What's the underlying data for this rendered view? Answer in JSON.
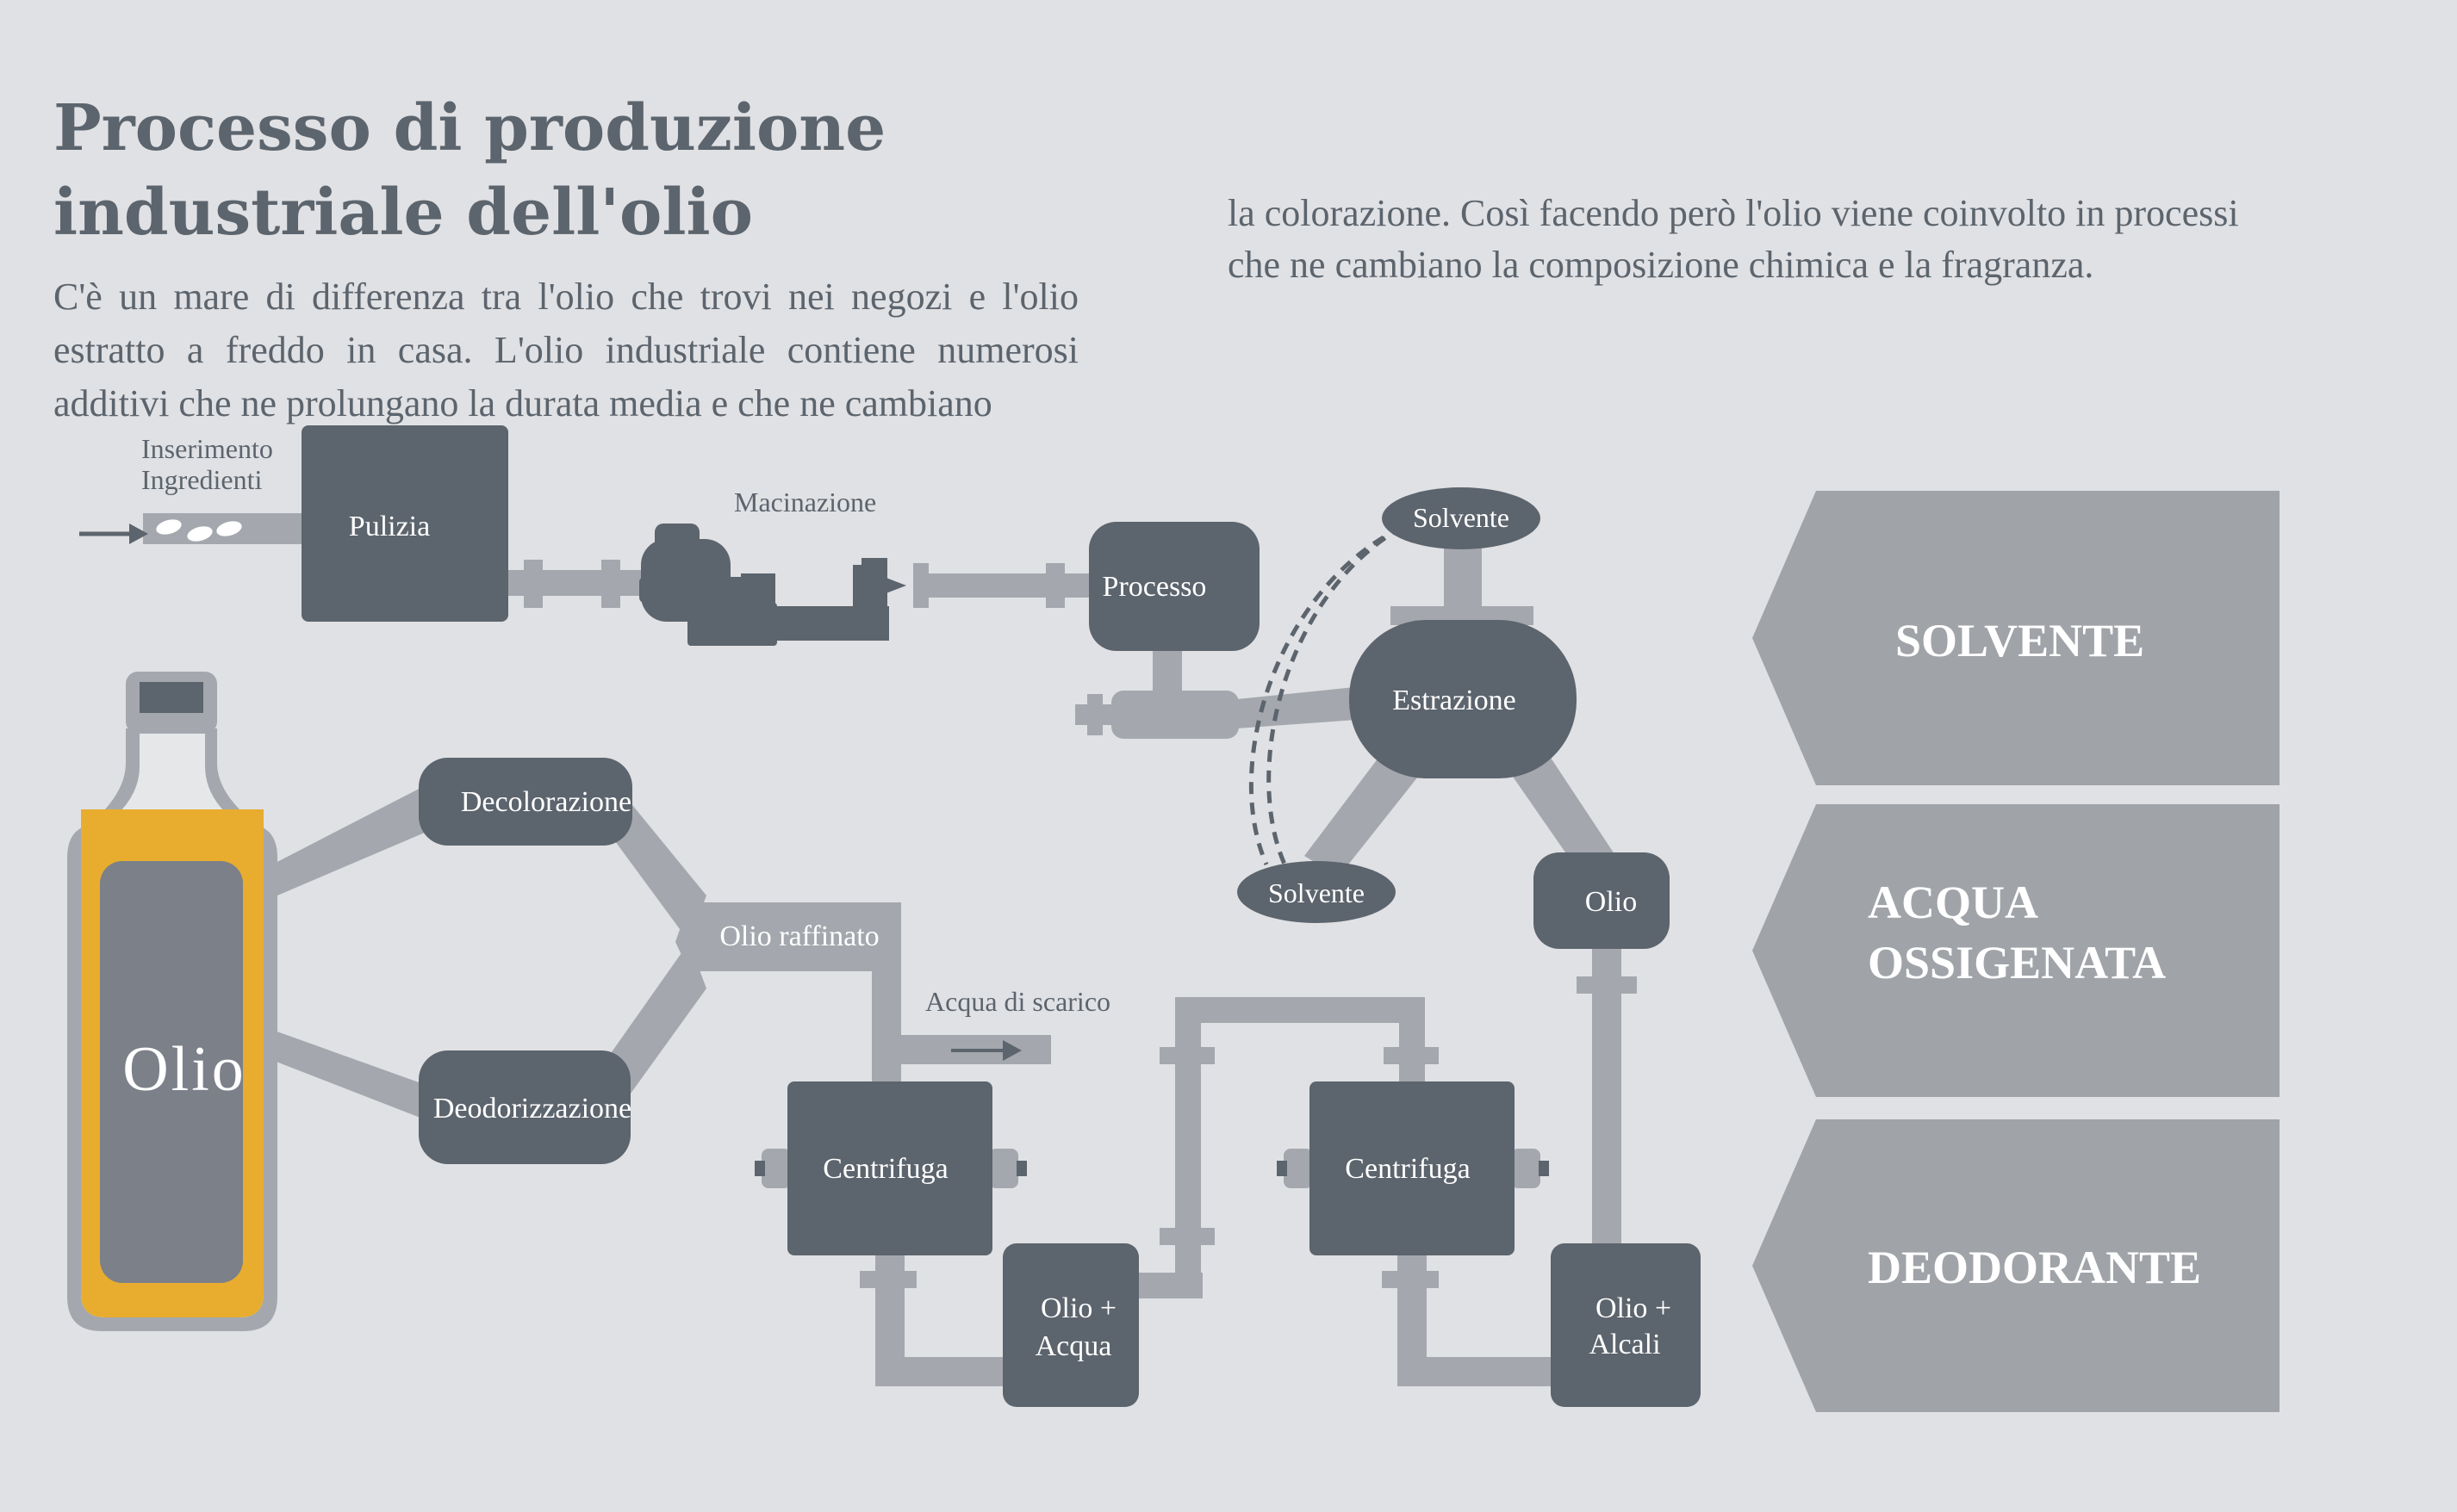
{
  "title_lines": [
    "Processo di produzione",
    "industriale dell'olio"
  ],
  "intro_left": "C'è un mare di differenza tra l'olio che trovi nei negozi e l'olio estratto a freddo in casa. L'olio industriale contiene numerosi additivi che ne prolungano la durata media e che ne cambiano",
  "intro_right": "la colorazione. Così facendo però l'olio viene coinvolto in processi che ne cambiano la composizione chimica e la fragranza.",
  "labels": {
    "inserimento": [
      "Inserimento",
      "Ingredienti"
    ],
    "pulizia": "Pulizia",
    "macinazione": "Macinazione",
    "processo": "Processo",
    "solvente_top": "Solvente",
    "estrazione": "Estrazione",
    "solvente_bottom": "Solvente",
    "olio_small": "Olio",
    "decolorazione": "Decolorazione",
    "olio_raffinato": "Olio raffinato",
    "deodorizzazione": "Deodorizzazione",
    "acqua_scarico": "Acqua di scarico",
    "centrifuga_1": "Centrifuga",
    "centrifuga_2": "Centrifuga",
    "olio_acqua": [
      "Olio +",
      "Acqua"
    ],
    "olio_alcali": [
      "Olio +",
      "Alcali"
    ],
    "bottle": "Olio"
  },
  "side_panels": [
    {
      "lines": [
        "SOLVENTE"
      ]
    },
    {
      "lines": [
        "ACQUA",
        "OSSIGENATA"
      ]
    },
    {
      "lines": [
        "DEODORANTE"
      ]
    }
  ],
  "colors": {
    "background": "#e0e1e4",
    "dark_box": "#5c646d",
    "pipe": "#a4a8ae",
    "panel": "#a0a3a8",
    "oil": "#e8ad2e",
    "text": "#5c646d"
  }
}
